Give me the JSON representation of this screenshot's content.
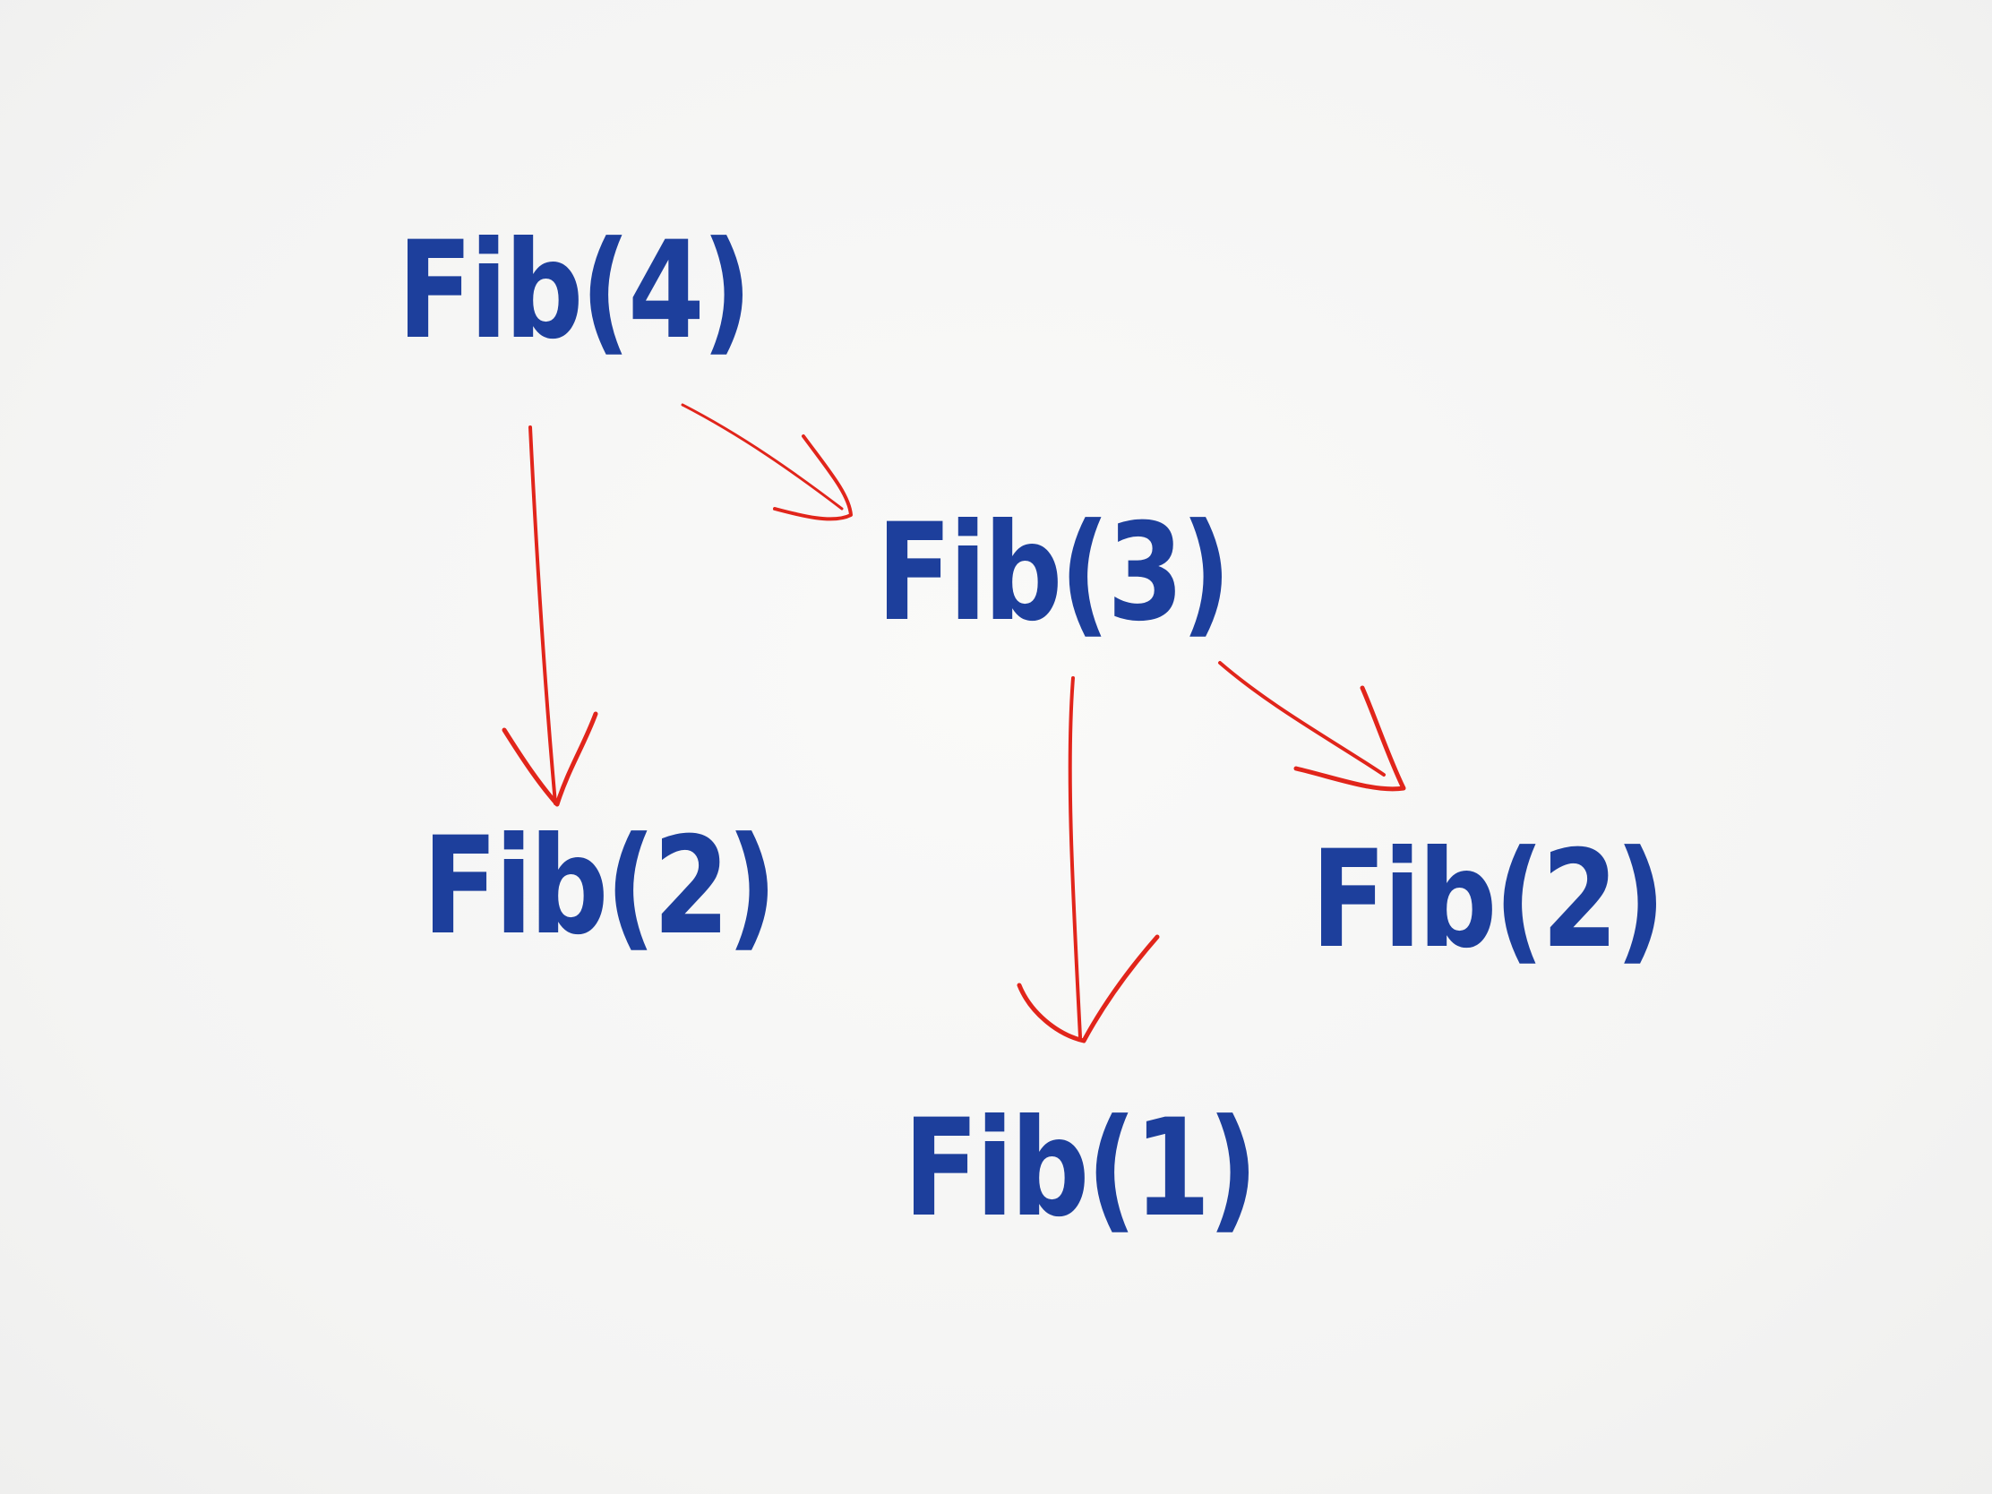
{
  "colors": {
    "node_text": "#1d3f9c",
    "arrow": "#e1251b"
  },
  "nodes": [
    {
      "id": "node-fib4",
      "label": "Fib(4)"
    },
    {
      "id": "node-fib3",
      "label": "Fib(3)"
    },
    {
      "id": "node-fib2-left",
      "label": "Fib(2)"
    },
    {
      "id": "node-fib1",
      "label": "Fib(1)"
    },
    {
      "id": "node-fib2-right",
      "label": "Fib(2)"
    }
  ],
  "edges": [
    {
      "from": "Fib(4)",
      "to": "Fib(2)"
    },
    {
      "from": "Fib(4)",
      "to": "Fib(3)"
    },
    {
      "from": "Fib(3)",
      "to": "Fib(1)"
    },
    {
      "from": "Fib(3)",
      "to": "Fib(2)"
    }
  ]
}
